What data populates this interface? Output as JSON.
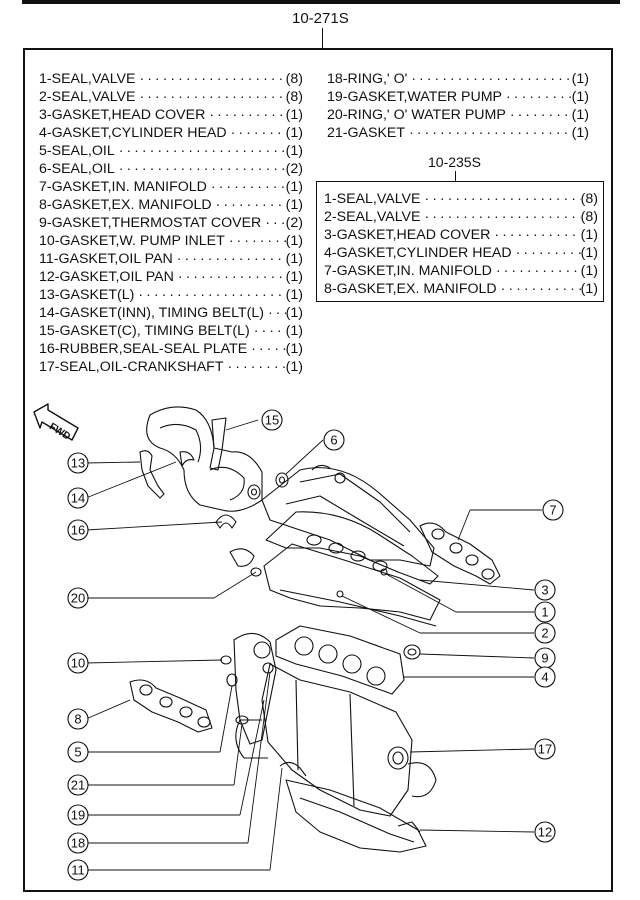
{
  "header": {
    "code": "10-271S"
  },
  "main_list": [
    {
      "name": "1-SEAL,VALVE",
      "qty": "(8)"
    },
    {
      "name": "2-SEAL,VALVE",
      "qty": "(8)"
    },
    {
      "name": "3-GASKET,HEAD COVER",
      "qty": "(1)"
    },
    {
      "name": "4-GASKET,CYLINDER HEAD",
      "qty": "(1)"
    },
    {
      "name": "5-SEAL,OIL",
      "qty": "(1)"
    },
    {
      "name": "6-SEAL,OIL",
      "qty": "(2)"
    },
    {
      "name": "7-GASKET,IN. MANIFOLD",
      "qty": "(1)"
    },
    {
      "name": "8-GASKET,EX. MANIFOLD",
      "qty": "(1)"
    },
    {
      "name": "9-GASKET,THERMOSTAT COVER",
      "qty": "(2)"
    },
    {
      "name": "10-GASKET,W. PUMP INLET",
      "qty": "(1)"
    },
    {
      "name": "11-GASKET,OIL PAN",
      "qty": "(1)"
    },
    {
      "name": "12-GASKET,OIL PAN",
      "qty": "(1)"
    },
    {
      "name": "13-GASKET(L)",
      "qty": "(1)"
    },
    {
      "name": "14-GASKET(INN), TIMING BELT(L)",
      "qty": "(1)"
    },
    {
      "name": "15-GASKET(C), TIMING BELT(L)",
      "qty": "(1)"
    },
    {
      "name": "16-RUBBER,SEAL-SEAL PLATE",
      "qty": "(1)"
    },
    {
      "name": "17-SEAL,OIL-CRANKSHAFT",
      "qty": "(1)"
    }
  ],
  "right_list": [
    {
      "name": "18-RING,' O'",
      "qty": "(1)"
    },
    {
      "name": "19-GASKET,WATER PUMP",
      "qty": "(1)"
    },
    {
      "name": "20-RING,' O'  WATER PUMP",
      "qty": "(1)"
    },
    {
      "name": "21-GASKET",
      "qty": "(1)"
    }
  ],
  "sub_kit": {
    "code": "10-235S",
    "items": [
      {
        "name": "1-SEAL,VALVE",
        "qty": "(8)"
      },
      {
        "name": "2-SEAL,VALVE",
        "qty": "(8)"
      },
      {
        "name": "3-GASKET,HEAD COVER",
        "qty": "(1)"
      },
      {
        "name": "4-GASKET,CYLINDER HEAD",
        "qty": "(1)"
      },
      {
        "name": "7-GASKET,IN. MANIFOLD",
        "qty": "(1)"
      },
      {
        "name": "8-GASKET,EX. MANIFOLD",
        "qty": "(1)"
      }
    ]
  },
  "diagram": {
    "fwd_label": "FWD",
    "callouts": [
      "15",
      "6",
      "13",
      "14",
      "16",
      "7",
      "20",
      "3",
      "1",
      "2",
      "10",
      "9",
      "4",
      "8",
      "5",
      "17",
      "21",
      "19",
      "18",
      "12",
      "11"
    ]
  }
}
